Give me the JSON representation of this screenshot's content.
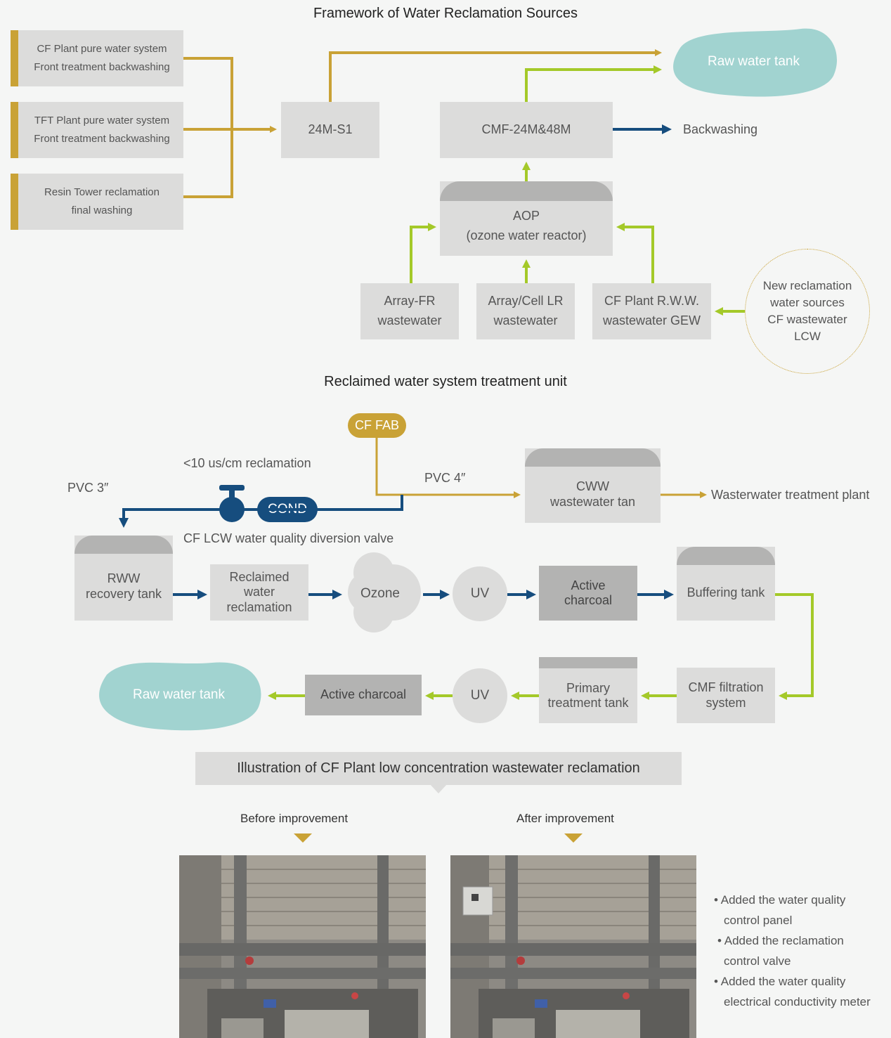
{
  "colors": {
    "gold": "#c9a236",
    "green": "#a4c929",
    "blue": "#164d7e",
    "teal": "#a1d3d0",
    "box": "#dcdcdb",
    "boxDark": "#b3b3b2"
  },
  "framework": {
    "title": "Framework of Water Reclamation Sources",
    "sources": [
      {
        "line1": "CF Plant pure water system",
        "line2": "Front treatment backwashing"
      },
      {
        "line1": "TFT Plant pure water system",
        "line2": "Front treatment backwashing"
      },
      {
        "line1": "Resin Tower reclamation",
        "line2": "final washing"
      }
    ],
    "s1": "24M-S1",
    "cmf": "CMF-24M&48M",
    "raw_tank": "Raw water tank",
    "backwashing": "Backwashing",
    "aop_line1": "AOP",
    "aop_line2": "(ozone water reactor)",
    "inputs": [
      {
        "line1": "Array-FR",
        "line2": "wastewater"
      },
      {
        "line1": "Array/Cell LR",
        "line2": "wastewater"
      },
      {
        "line1": "CF Plant R.W.W.",
        "line2": "wastewater GEW"
      }
    ],
    "new_sources": [
      "New reclamation",
      "water sources",
      "CF wastewater",
      "LCW"
    ]
  },
  "treatment": {
    "title": "Reclaimed water system treatment unit",
    "cf_fab": "CF FAB",
    "pvc4": "PVC 4″",
    "pvc3": "PVC 3″",
    "reclaim_label": "<10 us/cm reclamation",
    "cond": "COND",
    "valve_label": "CF LCW water quality diversion valve",
    "cww_line1": "CWW",
    "cww_line2": "wastewater tan",
    "wwtp": "Wasterwater treatment plant",
    "rww_line1": "RWW",
    "rww_line2": "recovery tank",
    "reclaimed_line1": "Reclaimed",
    "reclaimed_line2": "water",
    "reclaimed_line3": "reclamation",
    "ozone": "Ozone",
    "uv1": "UV",
    "charcoal1_line1": "Active",
    "charcoal1_line2": "charcoal",
    "buffer": "Buffering tank",
    "cmf_line1": "CMF filtration",
    "cmf_line2": "system",
    "primary_line1": "Primary",
    "primary_line2": "treatment tank",
    "uv2": "UV",
    "charcoal2": "Active charcoal",
    "raw_tank": "Raw water tank"
  },
  "illustration": {
    "title": "Illustration of CF Plant low concentration wastewater reclamation",
    "before": "Before improvement",
    "after": "After improvement",
    "bullets": [
      {
        "line1": "Added the water quality",
        "line2": "control panel"
      },
      {
        "line1": "Added the reclamation",
        "line2": "control valve"
      },
      {
        "line1": "Added the water quality",
        "line2": "electrical conductivity meter"
      }
    ]
  }
}
